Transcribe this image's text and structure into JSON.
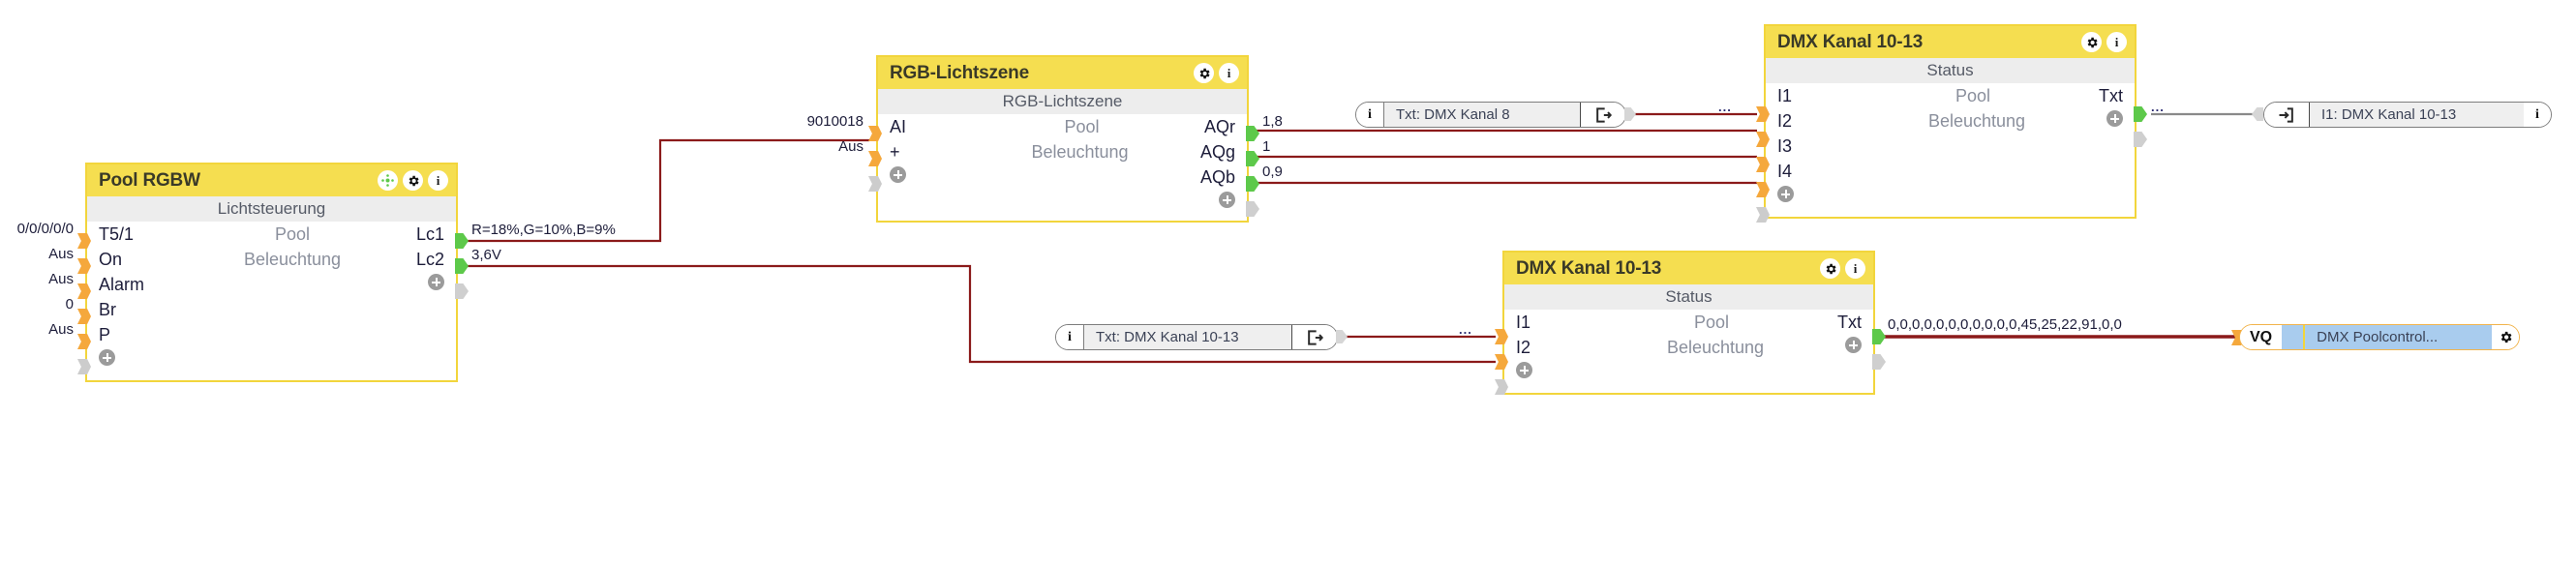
{
  "app": {
    "kind": "function-block-diagram"
  },
  "colors": {
    "block_header": "#F5DE50",
    "block_border": "#F2D53C",
    "subheader": "#ededed",
    "wire": "#8B1A1A",
    "wire_inactive": "#8a8a8a",
    "pin_in": "#F5A83C",
    "pin_out": "#5DC94A",
    "pin_inactive": "#cccccc",
    "vq_fill": "#A9CCEE"
  },
  "blocks": [
    {
      "id": "pool-rgbw",
      "title": "Pool RGBW",
      "subtitle": "Lichtsteuerung",
      "center_lines": [
        "Pool",
        "Beleuchtung"
      ],
      "header_icons": [
        "connections-icon",
        "gear-icon",
        "info-icon"
      ],
      "inputs": [
        {
          "label": "T5/1",
          "value": "0/0/0/0/0",
          "active": true
        },
        {
          "label": "On",
          "value": "Aus",
          "active": true
        },
        {
          "label": "Alarm",
          "value": "Aus",
          "active": true
        },
        {
          "label": "Br",
          "value": "0",
          "active": true
        },
        {
          "label": "P",
          "value": "Aus",
          "active": true
        },
        {
          "label": "+",
          "value": "",
          "active": false
        }
      ],
      "outputs": [
        {
          "label": "Lc1",
          "value": "R=18%,G=10%,B=9%",
          "active": true
        },
        {
          "label": "Lc2",
          "value": "3,6V",
          "active": true
        },
        {
          "label": "+",
          "value": "",
          "active": false
        }
      ]
    },
    {
      "id": "rgb-lichtszene",
      "title": "RGB-Lichtszene",
      "subtitle": "RGB-Lichtszene",
      "center_lines": [
        "Pool",
        "Beleuchtung"
      ],
      "header_icons": [
        "gear-icon",
        "info-icon"
      ],
      "inputs": [
        {
          "label": "AI",
          "value": "9010018",
          "active": true
        },
        {
          "label": "+",
          "value": "Aus",
          "active": true
        },
        {
          "label": "+",
          "value": "",
          "active": false
        }
      ],
      "outputs": [
        {
          "label": "AQr",
          "value": "1,8",
          "active": true
        },
        {
          "label": "AQg",
          "value": "1",
          "active": true
        },
        {
          "label": "AQb",
          "value": "0,9",
          "active": true
        },
        {
          "label": "+",
          "value": "",
          "active": false
        }
      ]
    },
    {
      "id": "dmx-kanal-10-13-top",
      "title": "DMX Kanal 10-13",
      "subtitle": "Status",
      "center_lines": [
        "Pool",
        "Beleuchtung"
      ],
      "header_icons": [
        "gear-icon",
        "info-icon"
      ],
      "inputs": [
        {
          "label": "I1",
          "value": "",
          "active": true
        },
        {
          "label": "I2",
          "value": "",
          "active": true
        },
        {
          "label": "I3",
          "value": "",
          "active": true
        },
        {
          "label": "I4",
          "value": "",
          "active": true
        },
        {
          "label": "+",
          "value": "",
          "active": false
        }
      ],
      "outputs": [
        {
          "label": "Txt",
          "value": "...",
          "active": true
        },
        {
          "label": "+",
          "value": "",
          "active": false
        }
      ]
    },
    {
      "id": "dmx-kanal-10-13-bottom",
      "title": "DMX Kanal 10-13",
      "subtitle": "Status",
      "center_lines": [
        "Pool",
        "Beleuchtung"
      ],
      "header_icons": [
        "gear-icon",
        "info-icon"
      ],
      "inputs": [
        {
          "label": "I1",
          "value": "...",
          "active": true
        },
        {
          "label": "I2",
          "value": "",
          "active": true
        },
        {
          "label": "+",
          "value": "",
          "active": false
        }
      ],
      "outputs": [
        {
          "label": "Txt",
          "value": "0,0,0,0,0,0,0,0,0,0,0,45,25,22,91,0,0",
          "active": true
        },
        {
          "label": "+",
          "value": "",
          "active": false
        }
      ]
    }
  ],
  "text_nodes": [
    {
      "id": "txt-dmx-kanal-8",
      "info": "i",
      "text": "Txt: DMX Kanal 8",
      "button_icon": "export-icon"
    },
    {
      "id": "txt-dmx-kanal-10-13",
      "info": "i",
      "text": "Txt: DMX Kanal 10-13",
      "button_icon": "export-icon"
    },
    {
      "id": "i1-dmx-kanal-10-13",
      "info": "i",
      "text": "I1: DMX Kanal 10-13",
      "button_icon": "import-icon"
    }
  ],
  "vq_node": {
    "id": "vq-dmx-poolcontrol",
    "label": "VQ",
    "text": "DMX Poolcontrol...",
    "icon": "gear-icon"
  }
}
